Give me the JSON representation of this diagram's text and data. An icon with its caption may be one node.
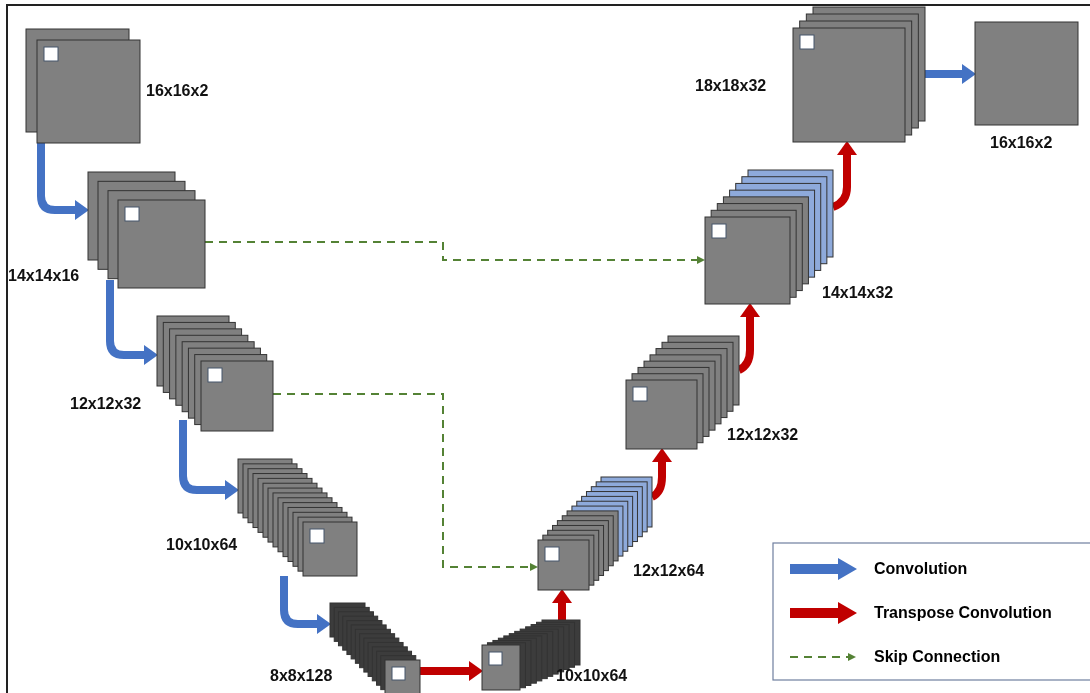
{
  "diagram": {
    "nodes": [
      {
        "text": [],
        "shape": "box",
        "beside": [
          "16x16x2"
        ]
      },
      {
        "text": [],
        "shape": "box",
        "beside": [
          "14x14x16"
        ]
      },
      {
        "text": [],
        "shape": "box",
        "beside": [
          "12x12x32"
        ]
      },
      {
        "text": [],
        "shape": "box",
        "beside": [
          "10x10x64"
        ]
      },
      {
        "text": [],
        "shape": "box",
        "beside": [
          "8x8x128"
        ]
      },
      {
        "text": [],
        "shape": "box",
        "beside": [
          "10x10x64"
        ]
      },
      {
        "text": [],
        "shape": "box",
        "beside": [
          "12x12x64"
        ]
      },
      {
        "text": [],
        "shape": "box",
        "beside": [
          "12x12x32"
        ]
      },
      {
        "text": [],
        "shape": "box",
        "beside": [
          "14x14x32"
        ]
      },
      {
        "text": [],
        "shape": "box",
        "beside": [
          "18x18x32"
        ]
      },
      {
        "text": [],
        "shape": "box",
        "beside": [
          "16x16x2"
        ]
      }
    ],
    "edges": [
      {
        "from": 0,
        "to": 1,
        "arrow": "to",
        "color": "#4472c4"
      },
      {
        "from": 1,
        "to": 2,
        "arrow": "to",
        "color": "#4472c4"
      },
      {
        "from": 2,
        "to": 3,
        "arrow": "to",
        "color": "#4472c4"
      },
      {
        "from": 3,
        "to": 4,
        "arrow": "to",
        "color": "#4472c4"
      },
      {
        "from": 4,
        "to": 5,
        "arrow": "to",
        "color": "#c00000"
      },
      {
        "from": 5,
        "to": 6,
        "arrow": "to",
        "color": "#c00000"
      },
      {
        "from": 6,
        "to": 7,
        "arrow": "to",
        "color": "#c00000"
      },
      {
        "from": 7,
        "to": 8,
        "arrow": "to",
        "color": "#c00000"
      },
      {
        "from": 8,
        "to": 9,
        "arrow": "to",
        "color": "#c00000"
      },
      {
        "from": 9,
        "to": 10,
        "arrow": "to",
        "color": "#4472c4"
      },
      {
        "from": 1,
        "to": 8,
        "arrow": "to",
        "style": "dashed",
        "color": "#548235"
      },
      {
        "from": 2,
        "to": 6,
        "arrow": "to",
        "style": "dashed",
        "color": "#548235"
      }
    ],
    "legend": [
      {
        "text": "Convolution",
        "color": "#4472c4"
      },
      {
        "text": "Transpose Convolution",
        "color": "#c00000"
      },
      {
        "text": "Skip Connection"
      }
    ]
  }
}
